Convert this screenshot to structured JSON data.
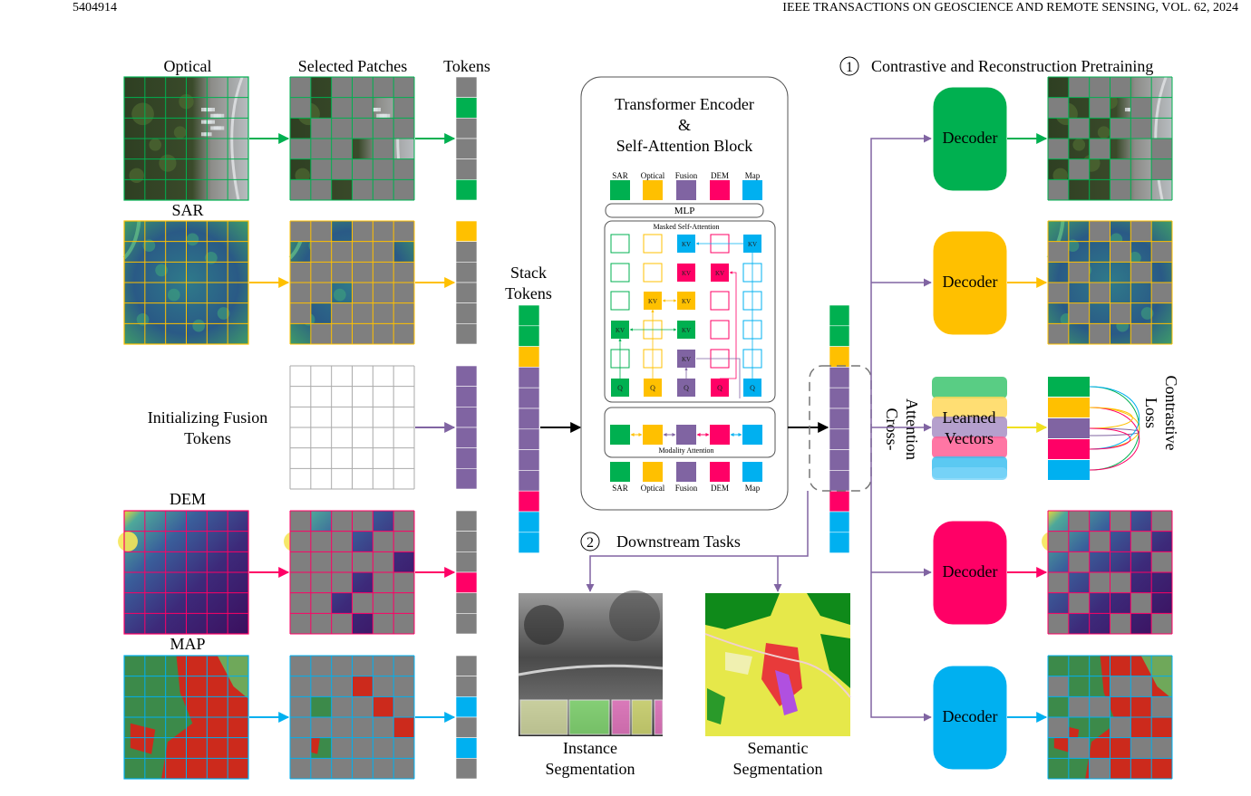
{
  "header": {
    "page_number": "5404914",
    "journal": "IEEE TRANSACTIONS ON GEOSCIENCE AND REMOTE SENSING, VOL. 62, 2024"
  },
  "columns": {
    "optical": "Optical",
    "selected": "Selected Patches",
    "tokens": "Tokens"
  },
  "modalities": {
    "sar": "SAR",
    "fusion": [
      "Initializing Fusion",
      "Tokens"
    ],
    "dem": "DEM",
    "map": "MAP"
  },
  "stack": [
    "Stack",
    "Tokens"
  ],
  "encoder": {
    "title": [
      "Transformer Encoder",
      "&",
      "Self-Attention Block"
    ],
    "legend": [
      "SAR",
      "Optical",
      "Fusion",
      "DEM",
      "Map"
    ],
    "mlp": "MLP",
    "masked": "Masked Self-Attention",
    "modality": "Modality Attention",
    "kv": "KV",
    "q": "Q"
  },
  "cross_attention": [
    "Cross-",
    "Attention"
  ],
  "pretraining": {
    "number": "1",
    "title": "Contrastive and Reconstruction Pretraining",
    "decoder": "Decoder",
    "learned": [
      "Learned",
      "Vectors"
    ],
    "contrastive": [
      "Contrastive",
      "Loss"
    ]
  },
  "downstream": {
    "number": "2",
    "title": "Downstream Tasks",
    "instance": [
      "Instance",
      "Segmentation"
    ],
    "semantic": [
      "Semantic",
      "Segmentation"
    ]
  },
  "colors": {
    "sar": "#00b050",
    "optical": "#ffc000",
    "fusion": "#8064a2",
    "dem": "#ff0066",
    "map": "#00b0f0",
    "masked_gray": "#7f7f7f",
    "arrow_purple": "#8064a2"
  }
}
